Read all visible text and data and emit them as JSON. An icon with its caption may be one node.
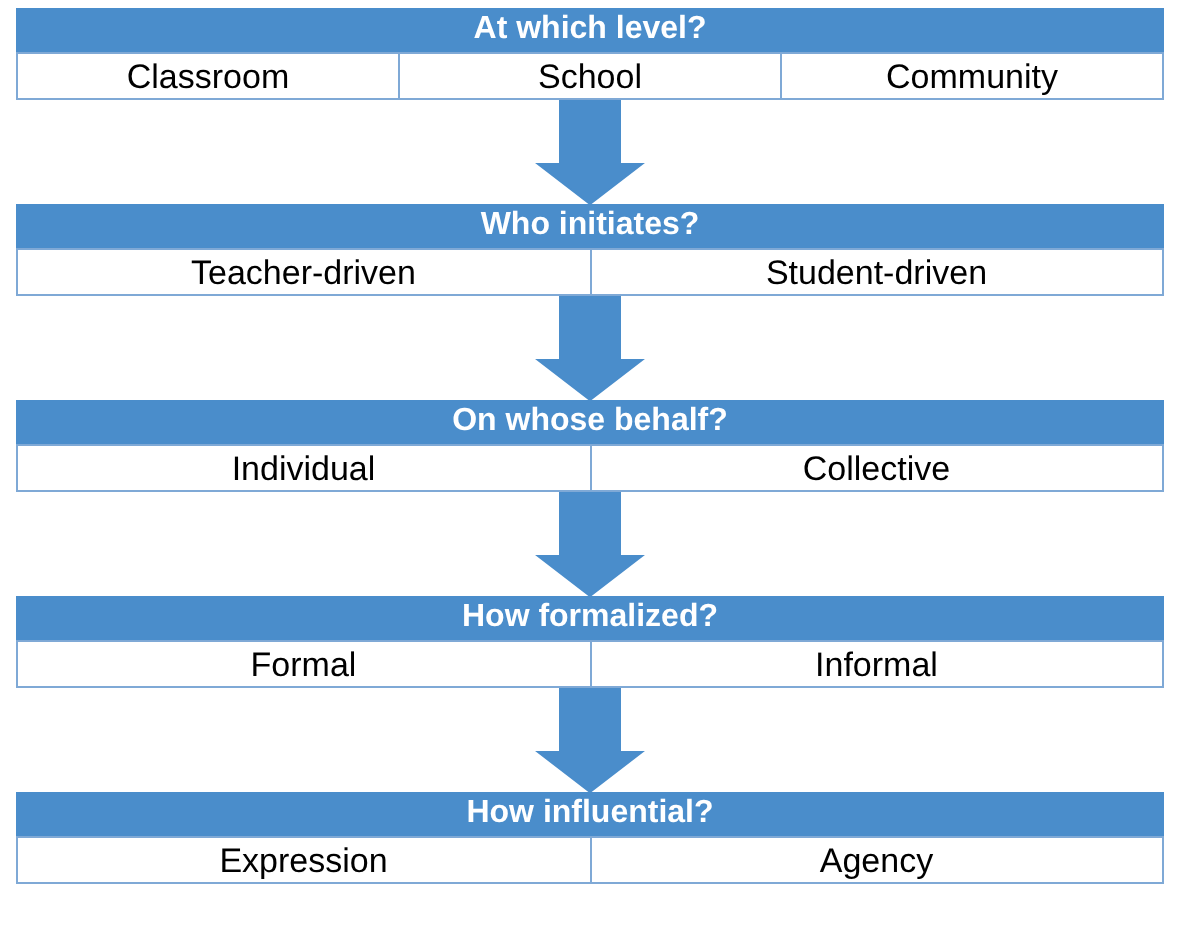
{
  "diagram": {
    "nodes": [
      {
        "text": [
          "At which level?"
        ]
      },
      {
        "text": [],
        "shape": "box"
      },
      {
        "text": [
          "Classroom"
        ],
        "in": 1
      },
      {
        "text": [
          "School"
        ],
        "in": 1
      },
      {
        "text": [
          "Community"
        ],
        "in": 1
      },
      {
        "text": [
          "Who initiates?"
        ]
      },
      {
        "text": [],
        "shape": "box"
      },
      {
        "text": [
          "Teacher-driven"
        ],
        "in": 6
      },
      {
        "text": [
          "Student-driven"
        ],
        "in": 6
      },
      {
        "text": [
          "On whose behalf?"
        ]
      },
      {
        "text": [],
        "shape": "box"
      },
      {
        "text": [
          "Individual"
        ],
        "in": 10
      },
      {
        "text": [
          "Collective"
        ],
        "in": 10
      },
      {
        "text": [
          "How formalized?"
        ]
      },
      {
        "text": [],
        "shape": "box"
      },
      {
        "text": [
          "Formal"
        ],
        "in": 14
      },
      {
        "text": [
          "Informal"
        ],
        "in": 14
      },
      {
        "text": [
          "How influential?"
        ]
      },
      {
        "text": [],
        "shape": "box"
      },
      {
        "text": [
          "Expression"
        ],
        "in": 18
      },
      {
        "text": [
          "Agency"
        ],
        "in": 18
      }
    ],
    "edges": [
      {
        "from": 1,
        "to": 5,
        "arrow": "to"
      },
      {
        "from": 6,
        "to": 9,
        "arrow": "to"
      },
      {
        "from": 10,
        "to": 13,
        "arrow": "to"
      },
      {
        "from": 14,
        "to": 17,
        "arrow": "to"
      }
    ]
  }
}
